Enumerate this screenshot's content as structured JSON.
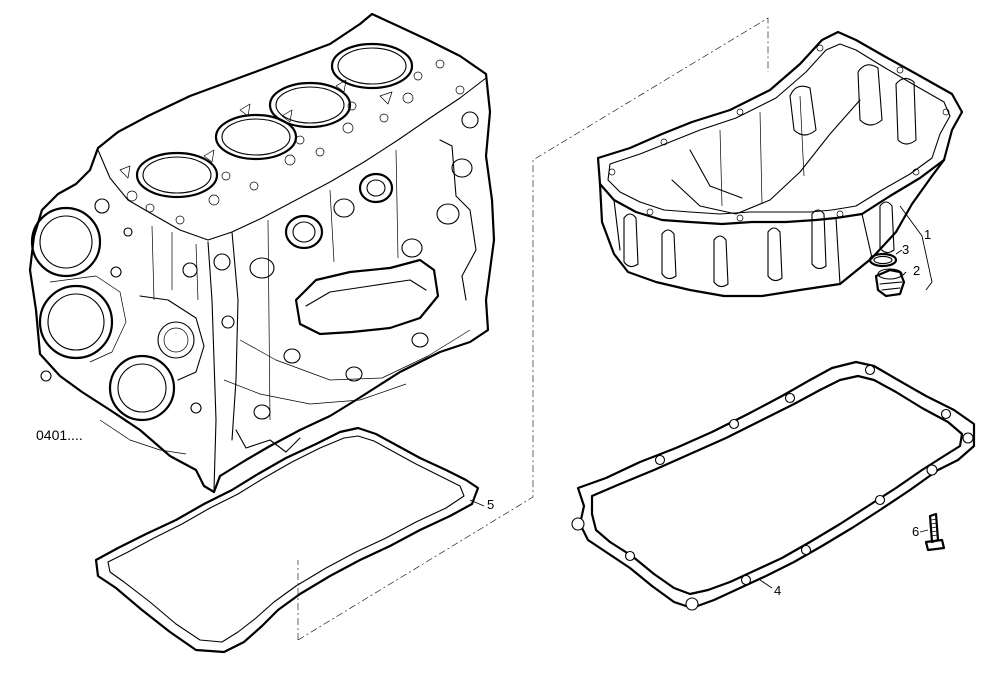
{
  "diagram": {
    "reference_code": "0401....",
    "callouts": {
      "c1": "1",
      "c2": "2",
      "c3": "3",
      "c4": "4",
      "c5": "5",
      "c6": "6"
    }
  }
}
